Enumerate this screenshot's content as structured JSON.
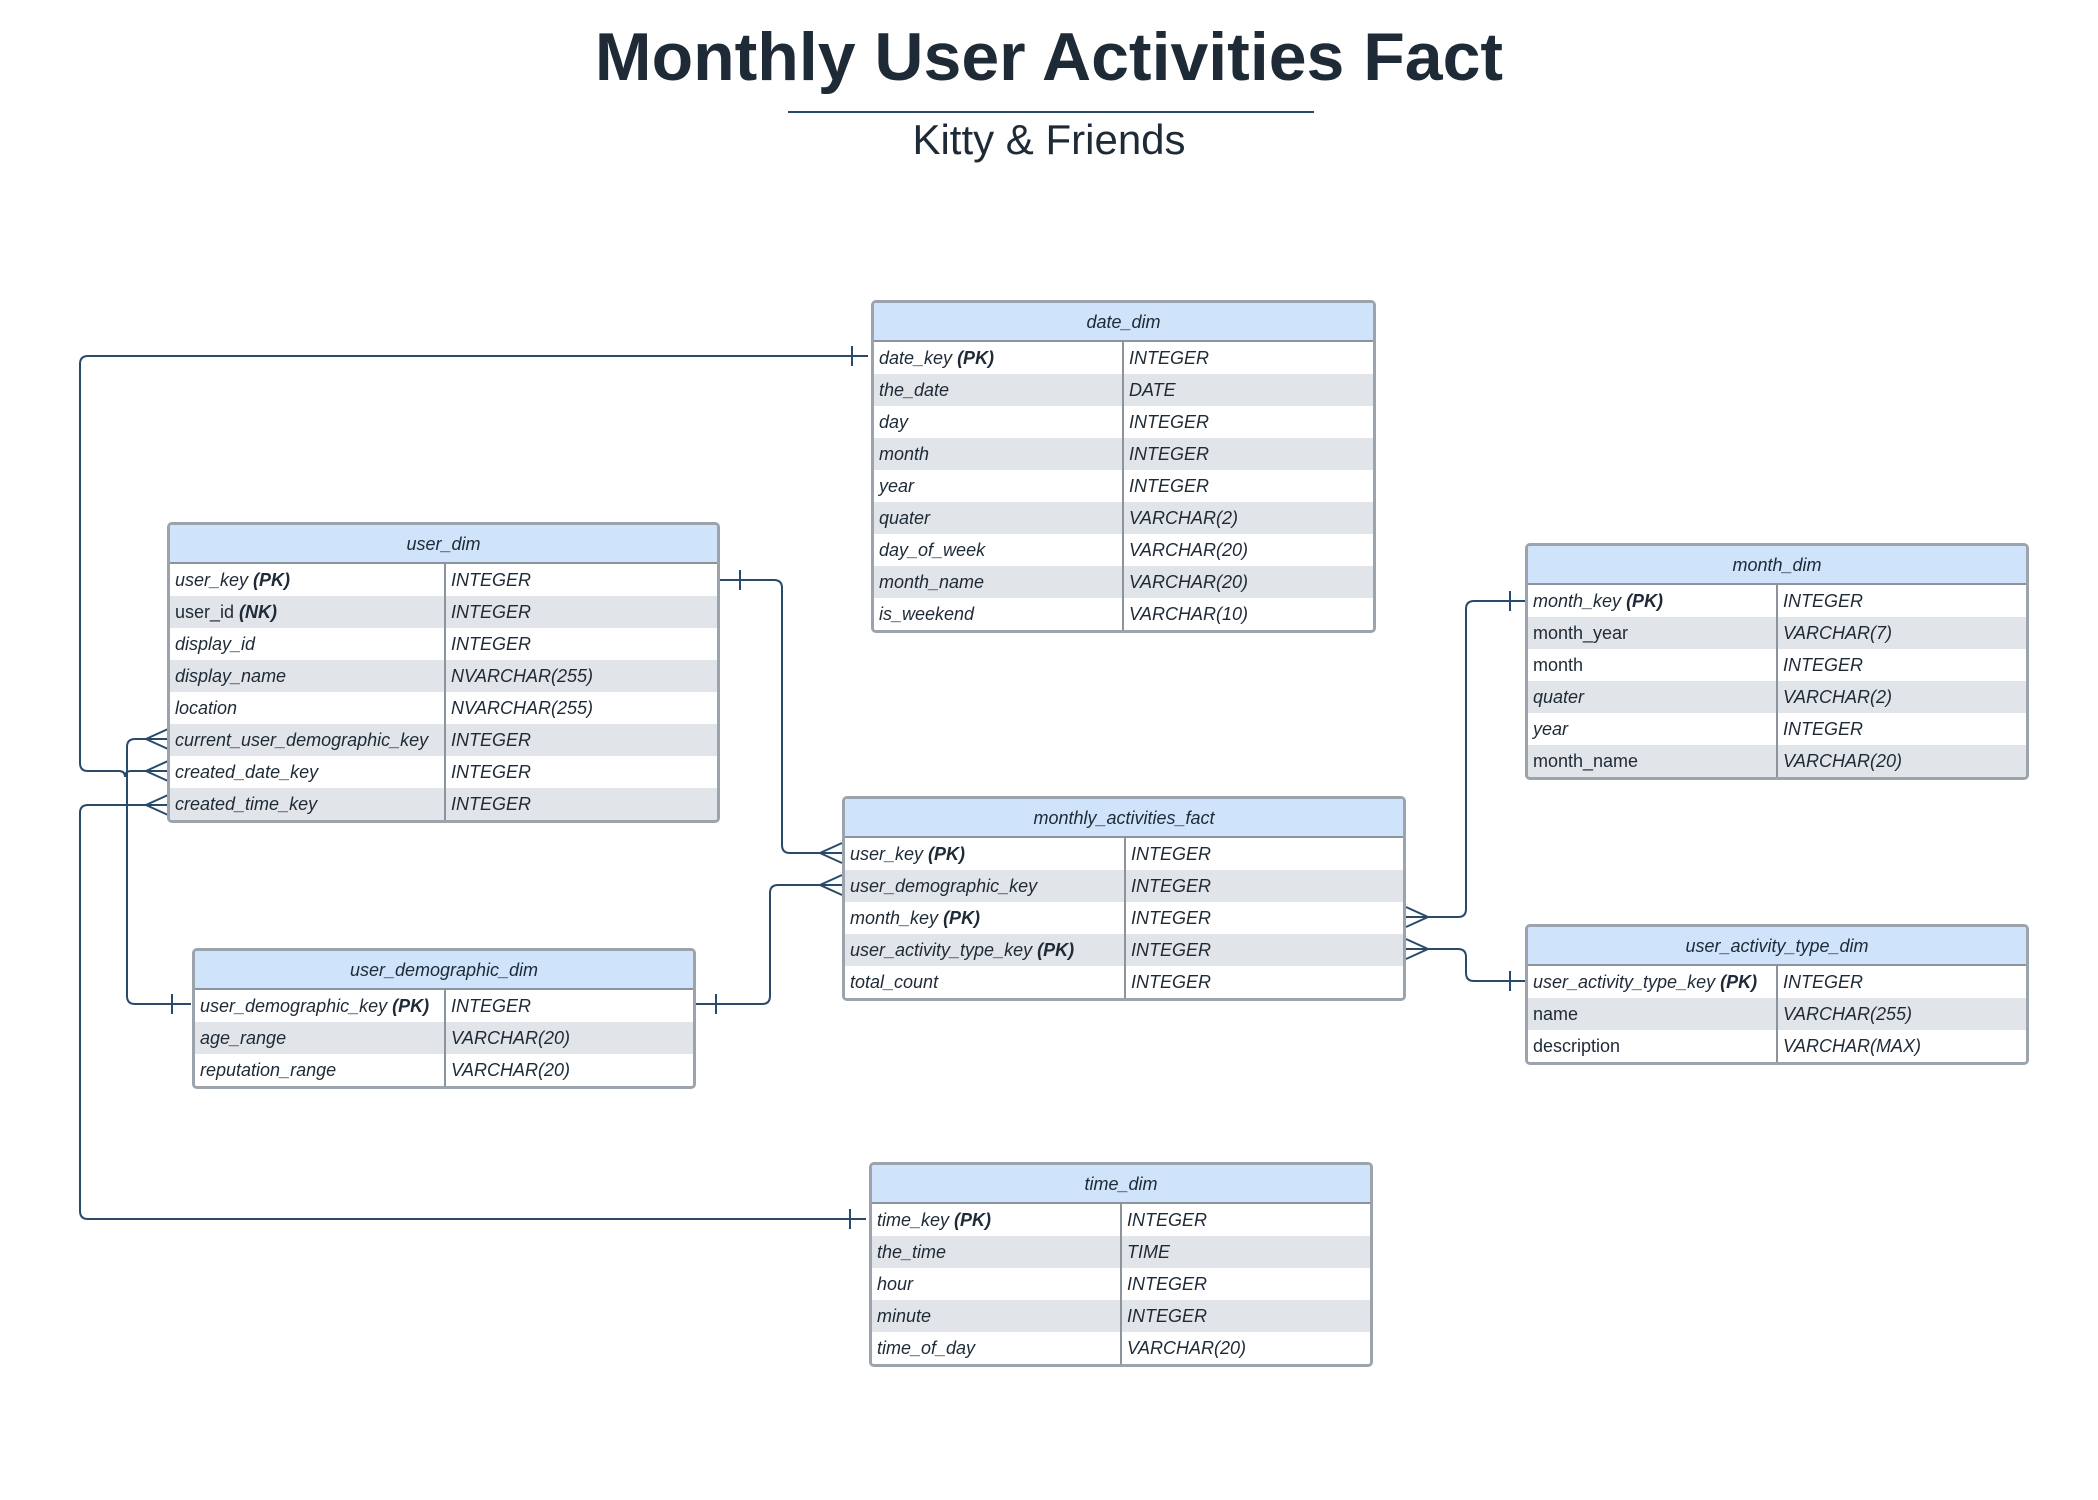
{
  "title": "Monthly User Activities Fact",
  "subtitle": "Kitty & Friends",
  "colors": {
    "header_fill": "#cfe3fb",
    "row_stripe": "#e1e4e8",
    "border": "#9ba3ad",
    "connector": "#2a4a6a",
    "text": "#1e2a36"
  },
  "entities": [
    {
      "id": "date_dim",
      "name": "date_dim",
      "columns": [
        {
          "name": "date_key",
          "flag": "(PK)",
          "type": "INTEGER",
          "italic": true
        },
        {
          "name": "the_date",
          "flag": "",
          "type": "DATE",
          "italic": true
        },
        {
          "name": "day",
          "flag": "",
          "type": "INTEGER",
          "italic": true
        },
        {
          "name": "month",
          "flag": "",
          "type": "INTEGER",
          "italic": true
        },
        {
          "name": "year",
          "flag": "",
          "type": "INTEGER",
          "italic": true
        },
        {
          "name": "quater",
          "flag": "",
          "type": "VARCHAR(2)",
          "italic": true
        },
        {
          "name": "day_of_week",
          "flag": "",
          "type": "VARCHAR(20)",
          "italic": true
        },
        {
          "name": "month_name",
          "flag": "",
          "type": "VARCHAR(20)",
          "italic": true
        },
        {
          "name": "is_weekend",
          "flag": "",
          "type": "VARCHAR(10)",
          "italic": true
        }
      ]
    },
    {
      "id": "user_dim",
      "name": "user_dim",
      "columns": [
        {
          "name": "user_key",
          "flag": "(PK)",
          "type": "INTEGER",
          "italic": true
        },
        {
          "name": "user_id",
          "flag": "(NK)",
          "type": "INTEGER",
          "italic": false
        },
        {
          "name": "display_id",
          "flag": "",
          "type": "INTEGER",
          "italic": true
        },
        {
          "name": "display_name",
          "flag": "",
          "type": "NVARCHAR(255)",
          "italic": true
        },
        {
          "name": "location",
          "flag": "",
          "type": "NVARCHAR(255)",
          "italic": true
        },
        {
          "name": "current_user_demographic_key",
          "flag": "",
          "type": "INTEGER",
          "italic": true
        },
        {
          "name": "created_date_key",
          "flag": "",
          "type": "INTEGER",
          "italic": true
        },
        {
          "name": "created_time_key",
          "flag": "",
          "type": "INTEGER",
          "italic": true
        }
      ]
    },
    {
      "id": "month_dim",
      "name": "month_dim",
      "columns": [
        {
          "name": "month_key",
          "flag": "(PK)",
          "type": "INTEGER",
          "italic": true
        },
        {
          "name": "month_year",
          "flag": "",
          "type": "VARCHAR(7)",
          "italic": false
        },
        {
          "name": "month",
          "flag": "",
          "type": "INTEGER",
          "italic": false
        },
        {
          "name": "quater",
          "flag": "",
          "type": "VARCHAR(2)",
          "italic": true
        },
        {
          "name": "year",
          "flag": "",
          "type": "INTEGER",
          "italic": true
        },
        {
          "name": "month_name",
          "flag": "",
          "type": "VARCHAR(20)",
          "italic": false
        }
      ]
    },
    {
      "id": "monthly_activities_fact",
      "name": "monthly_activities_fact",
      "columns": [
        {
          "name": "user_key",
          "flag": "(PK)",
          "type": "INTEGER",
          "italic": true
        },
        {
          "name": "user_demographic_key",
          "flag": "",
          "type": "INTEGER",
          "italic": true
        },
        {
          "name": "month_key",
          "flag": "(PK)",
          "type": "INTEGER",
          "italic": true
        },
        {
          "name": "user_activity_type_key",
          "flag": "(PK)",
          "type": "INTEGER",
          "italic": true
        },
        {
          "name": "total_count",
          "flag": "",
          "type": "INTEGER",
          "italic": true
        }
      ]
    },
    {
      "id": "user_demographic_dim",
      "name": "user_demographic_dim",
      "columns": [
        {
          "name": "user_demographic_key",
          "flag": "(PK)",
          "type": "INTEGER",
          "italic": true
        },
        {
          "name": "age_range",
          "flag": "",
          "type": "VARCHAR(20)",
          "italic": true
        },
        {
          "name": "reputation_range",
          "flag": "",
          "type": "VARCHAR(20)",
          "italic": true
        }
      ]
    },
    {
      "id": "user_activity_type_dim",
      "name": "user_activity_type_dim",
      "columns": [
        {
          "name": "user_activity_type_key",
          "flag": "(PK)",
          "type": "INTEGER",
          "italic": true
        },
        {
          "name": "name",
          "flag": "",
          "type": "VARCHAR(255)",
          "italic": false
        },
        {
          "name": "description",
          "flag": "",
          "type": "VARCHAR(MAX)",
          "italic": false
        }
      ]
    },
    {
      "id": "time_dim",
      "name": "time_dim",
      "columns": [
        {
          "name": "time_key",
          "flag": "(PK)",
          "type": "INTEGER",
          "italic": true
        },
        {
          "name": "the_time",
          "flag": "",
          "type": "TIME",
          "italic": true
        },
        {
          "name": "hour",
          "flag": "",
          "type": "INTEGER",
          "italic": true
        },
        {
          "name": "minute",
          "flag": "",
          "type": "INTEGER",
          "italic": true
        },
        {
          "name": "time_of_day",
          "flag": "",
          "type": "VARCHAR(20)",
          "italic": true
        }
      ]
    }
  ],
  "relationships": [
    {
      "from": "date_dim.date_key",
      "to": "user_dim.created_date_key",
      "from_end": "one",
      "to_end": "many"
    },
    {
      "from": "time_dim.time_key",
      "to": "user_dim.created_time_key",
      "from_end": "one",
      "to_end": "many"
    },
    {
      "from": "user_demographic_dim.user_demographic_key",
      "to": "user_dim.current_user_demographic_key",
      "from_end": "one",
      "to_end": "many"
    },
    {
      "from": "user_dim.user_key",
      "to": "monthly_activities_fact.user_key",
      "from_end": "one",
      "to_end": "many"
    },
    {
      "from": "user_demographic_dim.user_demographic_key",
      "to": "monthly_activities_fact.user_demographic_key",
      "from_end": "one",
      "to_end": "many"
    },
    {
      "from": "month_dim.month_key",
      "to": "monthly_activities_fact.month_key",
      "from_end": "one",
      "to_end": "many"
    },
    {
      "from": "user_activity_type_dim.user_activity_type_key",
      "to": "monthly_activities_fact.user_activity_type_key",
      "from_end": "one",
      "to_end": "many"
    }
  ]
}
